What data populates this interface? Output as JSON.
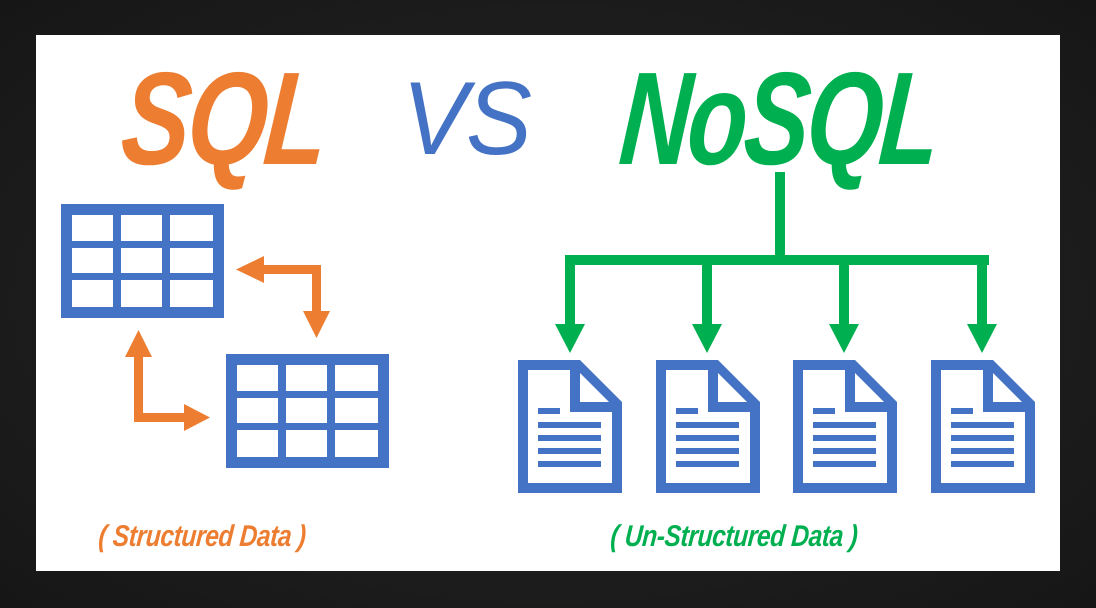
{
  "colors": {
    "background": "#1e1e1e",
    "panel": "#ffffff",
    "sql": "#ED7D31",
    "vs": "#4472C4",
    "nosql": "#00B050",
    "icon_blue": "#4472C4"
  },
  "header": {
    "sql_title": "SQL",
    "vs_label": "VS",
    "nosql_title": "NoSQL"
  },
  "sql_side": {
    "tables": [
      {
        "name": "table-1",
        "rows": 3,
        "cols": 3
      },
      {
        "name": "table-2",
        "rows": 3,
        "cols": 3
      }
    ],
    "arrows": [
      "arrow-table1-to-table2",
      "arrow-table2-to-table1"
    ],
    "caption": "( Structured Data )"
  },
  "nosql_side": {
    "connector": "tree-connector",
    "documents": [
      {
        "name": "document-1",
        "icon": "document-icon"
      },
      {
        "name": "document-2",
        "icon": "document-icon"
      },
      {
        "name": "document-3",
        "icon": "document-icon"
      },
      {
        "name": "document-4",
        "icon": "document-icon"
      }
    ],
    "caption": "( Un-Structured Data )"
  }
}
